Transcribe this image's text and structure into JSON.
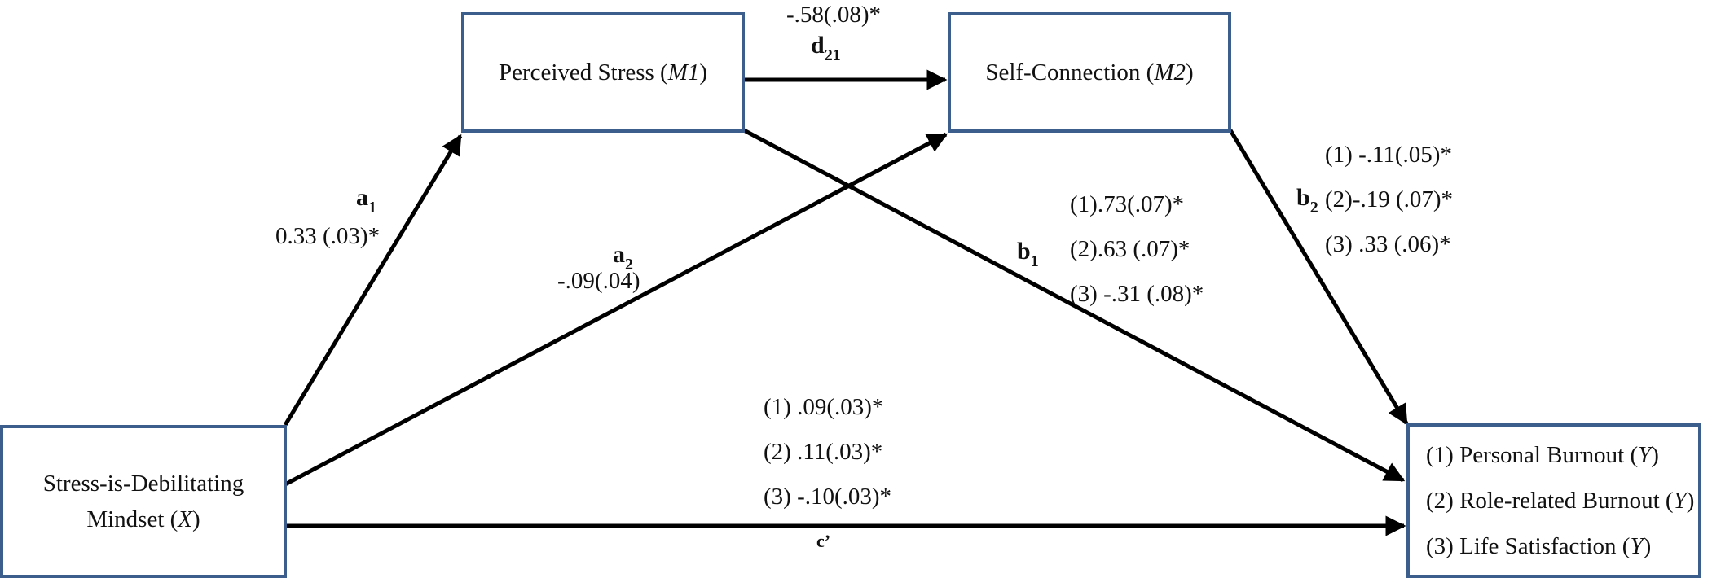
{
  "nodes": {
    "m1": {
      "name": "Perceived Stress (",
      "var": "M1",
      "close": ")"
    },
    "m2": {
      "name": "Self-Connection (",
      "var": "M2",
      "close": ")"
    },
    "x": {
      "line1": "Stress-is-Debilitating",
      "line2": "Mindset (",
      "var": "X",
      "close": ")"
    },
    "y": {
      "items": [
        {
          "name": "(1) Personal Burnout (",
          "var": "Y",
          "close": ")"
        },
        {
          "name": "(2) Role-related Burnout (",
          "var": "Y",
          "close": ")"
        },
        {
          "name": "(3) Life Satisfaction (",
          "var": "Y",
          "close": ")"
        }
      ]
    }
  },
  "paths": {
    "a1": {
      "letter": "a",
      "sub": "1",
      "coef": "0.33 (.03)*"
    },
    "a2": {
      "letter": "a",
      "sub": "2",
      "coef": "-.09(.04)"
    },
    "d21": {
      "letter": "d",
      "sub": "21",
      "coef": "-.58(.08)*"
    },
    "b1": {
      "letter": "b",
      "sub": "1",
      "coefs": [
        "(1).73(.07)*",
        "(2).63 (.07)*",
        "(3) -.31 (.08)*"
      ]
    },
    "b2": {
      "letter": "b",
      "sub": "2",
      "coefs": [
        "(1) -.11(.05)*",
        "(2)-.19 (.07)*",
        "(3)  .33 (.06)*"
      ]
    },
    "c_prime": {
      "letter": "c’",
      "coefs": [
        "(1) .09(.03)*",
        "(2) .11(.03)*",
        "(3) -.10(.03)*"
      ]
    }
  },
  "colors": {
    "box_border": "#3b5e8c",
    "arrow": "#000000",
    "text": "#111111"
  }
}
